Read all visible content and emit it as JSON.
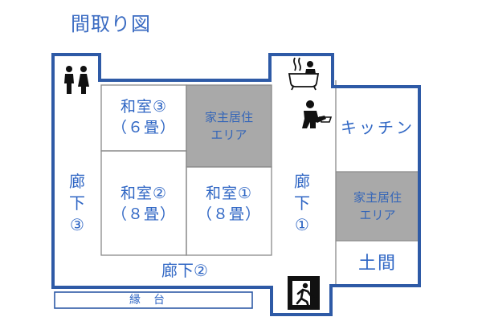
{
  "title": "間取り図",
  "rooms": {
    "washitsu3": "和室③\n（６畳）",
    "washitsu2": "和室②\n（８畳）",
    "washitsu1": "和室①\n（８畳）",
    "owner_area_top": "家主居住\nエリア",
    "owner_area_right": "家主居住\nエリア",
    "kitchen": "キッチン",
    "doma": "土間",
    "rouka3": "廊\n下\n③",
    "rouka1": "廊\n下\n①",
    "rouka2": "廊下②",
    "engawa": "縁台"
  },
  "colors": {
    "wall": "#2e5aa6",
    "line": "#8a8a8a",
    "shade": "#a9a9a9",
    "text": "#2f66c4"
  },
  "icons": [
    "restroom-icon",
    "bath-icon",
    "washbasin-icon",
    "emergency-exit-icon"
  ]
}
